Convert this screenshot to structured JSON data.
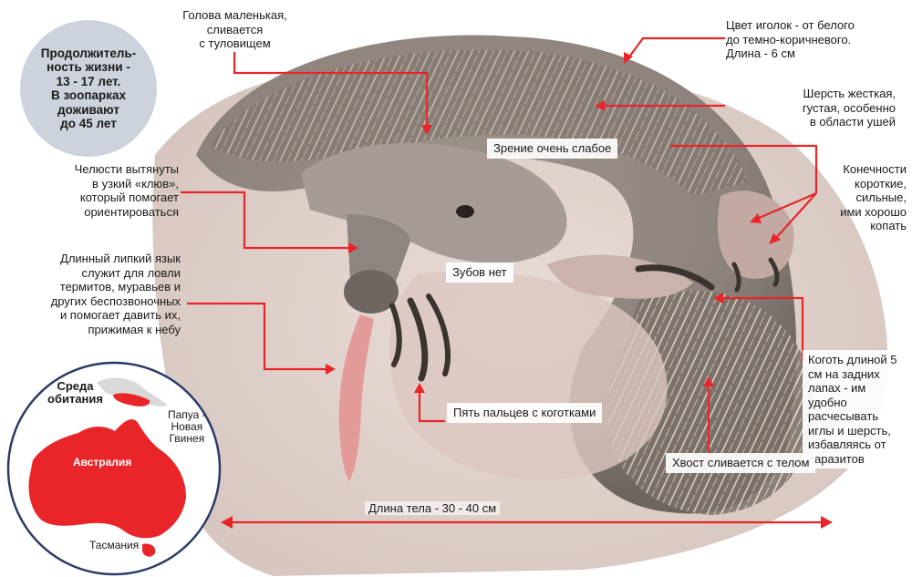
{
  "lifespan": {
    "lines": [
      "Продолжитель-",
      "ность жизни -",
      "13 - 17 лет.",
      "В зоопарках",
      "доживают",
      "до 45 лет"
    ]
  },
  "labels": {
    "head": [
      "Голова маленькая,",
      "сливается",
      "с туловищем"
    ],
    "spines": [
      "Цвет иголок - от белого",
      "до темно-коричневого.",
      "Длина - 6 см"
    ],
    "fur": [
      "Шерсть жесткая,",
      "густая, особенно",
      "в области ушей"
    ],
    "vision": [
      "Зрение",
      "очень слабое"
    ],
    "jaws": [
      "Челюсти вытянуты",
      "в узкий «клюв»,",
      "который помогает",
      "ориентироваться"
    ],
    "limbs": [
      "Конечности",
      "короткие,",
      "сильные,",
      "ими хорошо",
      "копать"
    ],
    "tongue": [
      "Длинный липкий язык",
      "служит для ловли",
      "термитов, муравьев и",
      "других беспозвоночных",
      "и помогает давить их,",
      "прижимая к небу"
    ],
    "teeth": [
      "Зубов нет"
    ],
    "fingers": [
      "Пять пальцев",
      "с коготками"
    ],
    "claw": [
      "Коготь длиной",
      "5 см на",
      "задних лапах",
      "- им удобно",
      "расчесывать",
      "иглы и",
      "шерсть,",
      "избавляясь",
      "от паразитов"
    ],
    "tail": [
      "Хвост",
      "сливается",
      "с телом"
    ],
    "body_length": "Длина тела - 30 - 40 см"
  },
  "map": {
    "title": [
      "Среда",
      "обитания"
    ],
    "australia": "Австралия",
    "png": [
      "Папуа -",
      "Новая",
      "Гвинея"
    ],
    "tasmania": "Тасмания"
  },
  "colors": {
    "accent_red": "#e8262a",
    "lifespan_bg": "#cdd3dc",
    "map_land_grey": "#d9d9d9",
    "habitat_red": "#e8262a"
  }
}
